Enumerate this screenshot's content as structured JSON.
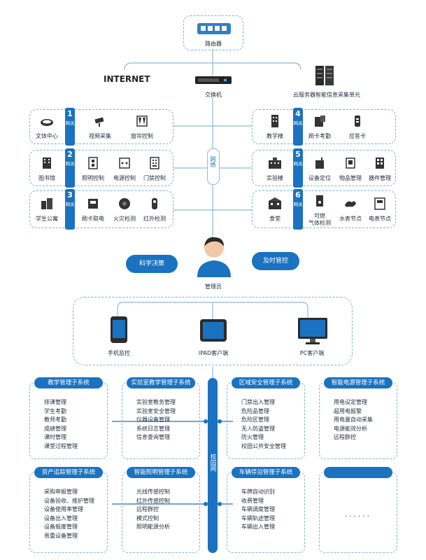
{
  "top": {
    "router": "路由器",
    "internet": "INTERNET",
    "switch": "交换机",
    "cloud": "云服务器智能信息采集单元"
  },
  "network_label": "网络",
  "gateway_label": "网关",
  "left_groups": [
    {
      "num": "1",
      "main": "文体中心",
      "devices": [
        "视频采集",
        "窗帘控制"
      ]
    },
    {
      "num": "2",
      "main": "图书馆",
      "devices": [
        "照明控制",
        "电源控制",
        "门禁控制"
      ]
    },
    {
      "num": "3",
      "main": "学生公寓",
      "devices": [
        "刷卡取电",
        "火灾检测",
        "红外检测"
      ]
    }
  ],
  "right_groups": [
    {
      "num": "4",
      "main": "教学楼",
      "devices": [
        "刷卡考勤",
        "应答卡"
      ]
    },
    {
      "num": "5",
      "main": "实验楼",
      "devices": [
        "设备定位",
        "物品管理",
        "器件管理"
      ]
    },
    {
      "num": "6",
      "main": "食堂",
      "devices": [
        "可燃\n气体检测",
        "水表节点",
        "电表节点"
      ]
    }
  ],
  "admin": {
    "label": "管理员",
    "left_bubble": "科学决策",
    "right_bubble": "及时管控"
  },
  "clients": [
    "手机监控",
    "IPAD客户端",
    "PC客户端"
  ],
  "campus_net": "校园网",
  "subsystems_row1": [
    {
      "title": "教学管理子系统",
      "items": [
        "排课管理",
        "学生考勤",
        "教师考勤",
        "成绩管理",
        "课时管理",
        "课堂过程管理"
      ]
    },
    {
      "title": "实验室教学管理子系统",
      "items": [
        "实验室教务管理",
        "实验室安全管理",
        "仪器设备管理",
        "系统日志管理",
        "信息查询管理"
      ]
    },
    {
      "title": "区域安全管理子系统",
      "items": [
        "门禁出入管理",
        "危险品管理",
        "危险区管理",
        "无人防盗管理",
        "防火管理",
        "校园公共安全管理"
      ]
    },
    {
      "title": "智能电源管理子系统",
      "items": [
        "用电设定管理",
        "超用电报警",
        "用电量自动采集",
        "电源能效分析",
        "远程群控"
      ]
    }
  ],
  "subsystems_row2": [
    {
      "title": "资产追踪管理子系统",
      "items": [
        "采购申报管理",
        "设备验收、维护管理",
        "设备使用率管理",
        "设备出入管理",
        "设备报废管理",
        "贵重设备管理"
      ]
    },
    {
      "title": "智能照明管理子系统",
      "items": [
        "光线传感控制",
        "红外传感控制",
        "远程群控",
        "模式控制",
        "照明能源分析"
      ]
    },
    {
      "title": "车辆停泊管理子系统",
      "items": [
        "车牌自动识别",
        "收费管理",
        "车辆调度管理",
        "车辆轨迹管理",
        "车辆出入管理"
      ]
    },
    {
      "title": "",
      "items": [
        "· · · · · ·"
      ]
    }
  ]
}
